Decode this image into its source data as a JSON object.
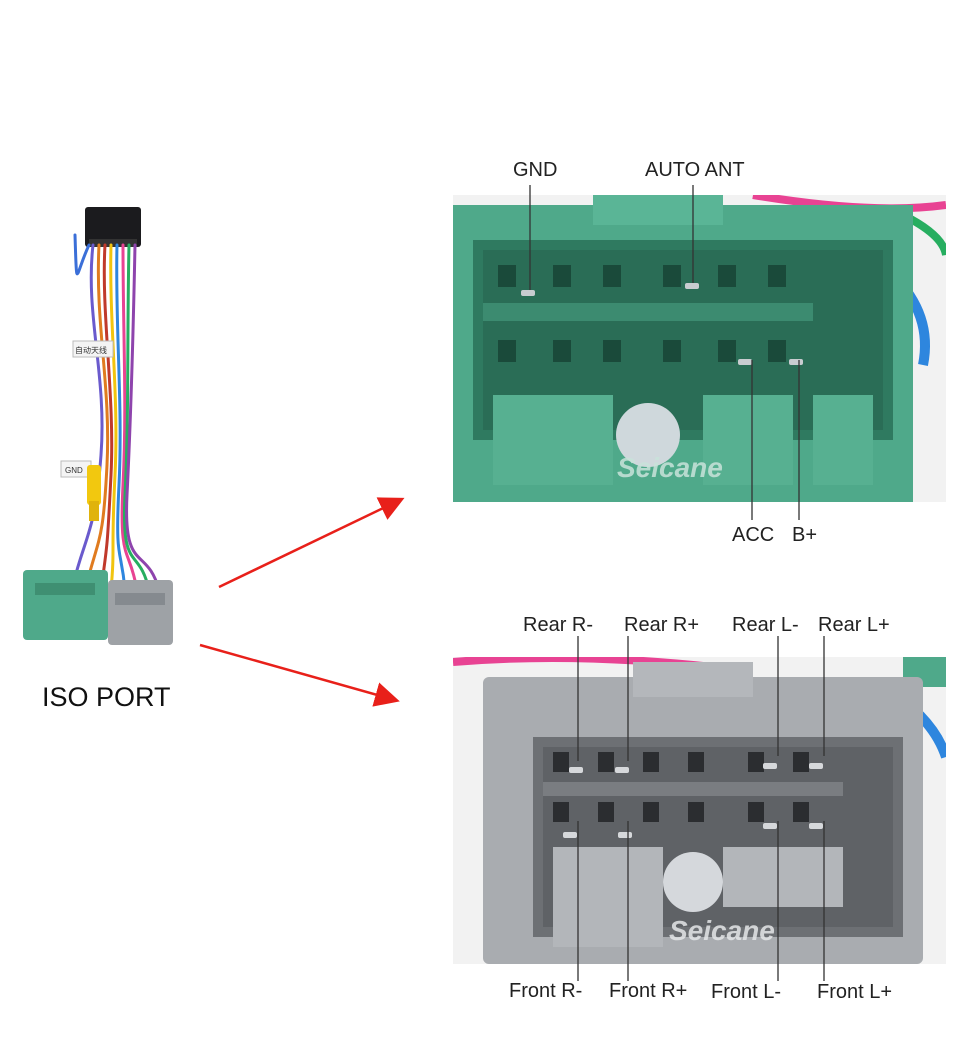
{
  "harness": {
    "label": "ISO PORT",
    "tags": [
      "GND",
      "自动天线"
    ]
  },
  "watermark": "Seicane",
  "green_connector": {
    "top_labels": [
      "GND",
      "AUTO ANT"
    ],
    "bottom_labels": [
      "ACC",
      "B+"
    ],
    "color": "#4fa98a"
  },
  "gray_connector": {
    "top_labels": [
      "Rear R-",
      "Rear R+",
      "Rear L-",
      "Rear L+"
    ],
    "bottom_labels": [
      "Front R-",
      "Front R+",
      "Front L-",
      "Front L+"
    ],
    "color": "#a9acb0"
  },
  "colors": {
    "arrow": "#e8201a",
    "leader": "#333333"
  }
}
